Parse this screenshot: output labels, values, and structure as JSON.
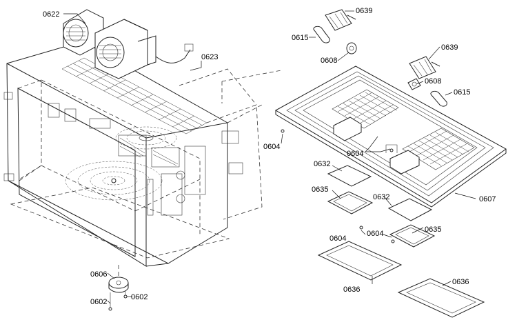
{
  "diagram": {
    "labels": [
      {
        "id": "p0622",
        "text": "0622"
      },
      {
        "id": "p0623",
        "text": "0623"
      },
      {
        "id": "p0639a",
        "text": "0639"
      },
      {
        "id": "p0615a",
        "text": "0615"
      },
      {
        "id": "p0608a",
        "text": "0608"
      },
      {
        "id": "p0639b",
        "text": "0639"
      },
      {
        "id": "p0608b",
        "text": "0608"
      },
      {
        "id": "p0615b",
        "text": "0615"
      },
      {
        "id": "p0604a",
        "text": "0604"
      },
      {
        "id": "p0604b",
        "text": "0604"
      },
      {
        "id": "p0632a",
        "text": "0632"
      },
      {
        "id": "p0635a",
        "text": "0635"
      },
      {
        "id": "p0607",
        "text": "0607"
      },
      {
        "id": "p0632b",
        "text": "0632"
      },
      {
        "id": "p0604c",
        "text": "0604"
      },
      {
        "id": "p0604d",
        "text": "0604"
      },
      {
        "id": "p0635b",
        "text": "0635"
      },
      {
        "id": "p0636a",
        "text": "0636"
      },
      {
        "id": "p0636b",
        "text": "0636"
      },
      {
        "id": "p0606",
        "text": "0606"
      },
      {
        "id": "p0602a",
        "text": "0602"
      },
      {
        "id": "p0602b",
        "text": "0602"
      }
    ]
  }
}
